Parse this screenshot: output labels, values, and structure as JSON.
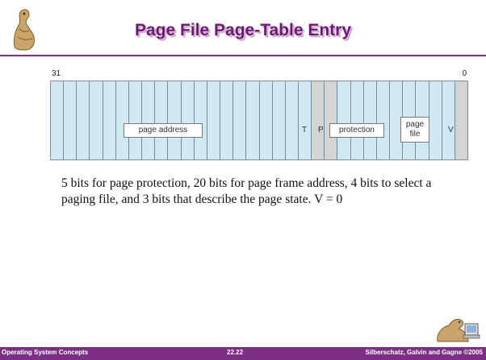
{
  "slide": {
    "title": "Page File Page-Table Entry",
    "body": "5 bits for page protection, 20 bits for page frame address, 4 bits to select a paging file, and 3 bits that describe the page state.  V = 0"
  },
  "diagram": {
    "bit_high": "31",
    "bit_low": "0",
    "fields": {
      "page_address": "page address",
      "t": "T",
      "p": "P",
      "protection": "protection",
      "page_file": "page file",
      "v": "V"
    }
  },
  "footer": {
    "left": "Operating System Concepts",
    "center": "22.22",
    "right": "Silberschatz, Galvin and Gagne ©2005"
  },
  "colors": {
    "accent": "#7b2f85",
    "title": "#6b1b6f",
    "cell_blue": "#cfe9f3",
    "cell_gray": "#d4d4d4"
  },
  "icons": {
    "top_logo": "dinosaur-logo-icon",
    "bottom_logo": "dinosaur-computer-icon"
  }
}
